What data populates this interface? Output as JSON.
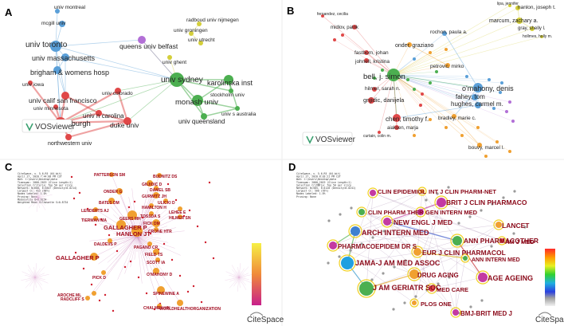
{
  "panels": {
    "A": {
      "letter": "A",
      "logo": "VOSviewer",
      "labels": [
        "univ montreal",
        "mcgill univ",
        "queens univ belfast",
        "radboud univ nijmegen",
        "univ groningen",
        "univ utrecht",
        "univ toronto",
        "univ massachusetts",
        "brigham & womens hosp",
        "univ iowa",
        "univ ghent",
        "karolinska inst",
        "univ sydney",
        "stockholm univ",
        "univ colorado",
        "univ calif san francisco",
        "univ minnesota",
        "monash univ",
        "univ pittsburgh",
        "univ n carolina",
        "duke univ",
        "univ queensland",
        "univ s australia",
        "northwestern univ"
      ]
    },
    "B": {
      "letter": "B",
      "logo": "VOSviewer",
      "labels": [
        "hanlon, joseph t.",
        "lipa, jennifer",
        "marcum, zachary a.",
        "gray, shelly l.",
        "fernandez, cecilia",
        "hollmes, holly m.",
        "midlov, patrik",
        "rochon, paula a.",
        "onder, graziano",
        "fastbom, johan",
        "johnell, kristina",
        "bell, j. simon",
        "petrovic, mirko",
        "hilmer, sarah n.",
        "o'mahony, denis",
        "fahey, tom",
        "hughes, carmel m.",
        "gnjidic, danijela",
        "chen, timothy f.",
        "aiaksen, marja",
        "bradley, marie c.",
        "bouvy, marcel l.",
        "curtain, colin m."
      ]
    },
    "C": {
      "letter": "C",
      "logo": "CiteSpace",
      "header": [
        "CiteSpace, v. 5.6.R5 (64-bit)",
        "April 27, 2020 7:44:00 PM CST",
        "WoS: C:\\Users\\Desktop\\data",
        "Timespan: 2000-2019 (Slice Length=1)",
        "Selection Criteria: Top 50 per slice",
        "Network: N=600, E=3847 (Density=0.0214)",
        "Largest CC: 413 (68%)",
        "Nodes Labeled: 1.0%",
        "Pruning: None",
        "Modularity Q=0.6154",
        "Weighted Mean Silhouette S=0.8734"
      ],
      "labels": [
        "PATTERSON SM",
        "BUDNITZ DS",
        "GNJIDIC D",
        "DAMEL SB",
        "ONDER G",
        "GURWITZ JH",
        "ULICKI D",
        "BATES DM",
        "HAMILTON H",
        "LENDERTS AJ",
        "TOSSDA S",
        "LEHEE E",
        "GALLAGHER P",
        "TIERMAN MA",
        "HILMER SN",
        "HANLON JT",
        "FICK DM",
        "GEERS MH",
        "CRONE HTR",
        "PAGANO CR",
        "DALDEVS P",
        "FIELD TS",
        "SCOTT IA",
        "GALLAGHER P",
        "PICK D",
        "O'MAHONY D",
        "SPINEWINE A",
        "AROCHE ML",
        "RADCLIFF S",
        "CHALMEN HN",
        "WORLDHEALTHORGANIZATION"
      ]
    },
    "D": {
      "letter": "D",
      "logo": "CiteSpace",
      "header": [
        "CiteSpace, v. 5.6.R5 (64-bit)",
        "April 27, 2020 8:03:21 PM CST",
        "WoS: C:\\Users\\Desktop\\data",
        "Timespan: 2000-2019 (Slice Length=1)",
        "Selection Criteria: Top 50 per slice",
        "Network: N=585, E=4120 (Density=0.0241)",
        "Largest CC: 560 (95%)",
        "Nodes Labeled: 1.0%",
        "Pruning: None"
      ],
      "labels": [
        "CLIN EPIDEMIOL",
        "INT J CLIN PHARM-NET",
        "BRIT J CLIN PHARMACO",
        "CLIN PHARM THER",
        "GEN INTERN MED",
        "NEW ENGL J MED",
        "LANCET",
        "ARCH INTERN MED",
        "AM J MED",
        "ANN PHARMACOTHER",
        "PHARMACOEPIDEM DR S",
        "EUR J CLIN PHARMACOL",
        "JAMA-J AM MED ASSOC",
        "ANN INTERN MED",
        "DRUG AGING",
        "AGE AGEING",
        "J AM GERIATR SOC",
        "MED CARE",
        "PLOS ONE",
        "BMJ-BRIT MED J"
      ]
    }
  },
  "colors": {
    "blue": "#5a9fd8",
    "green": "#4caf50",
    "red": "#e04848",
    "purple": "#b26fd6",
    "yellow": "#d4cf3a",
    "orange": "#f0a030",
    "magenta": "#c43aa2",
    "dred": "#8b0a1a"
  }
}
